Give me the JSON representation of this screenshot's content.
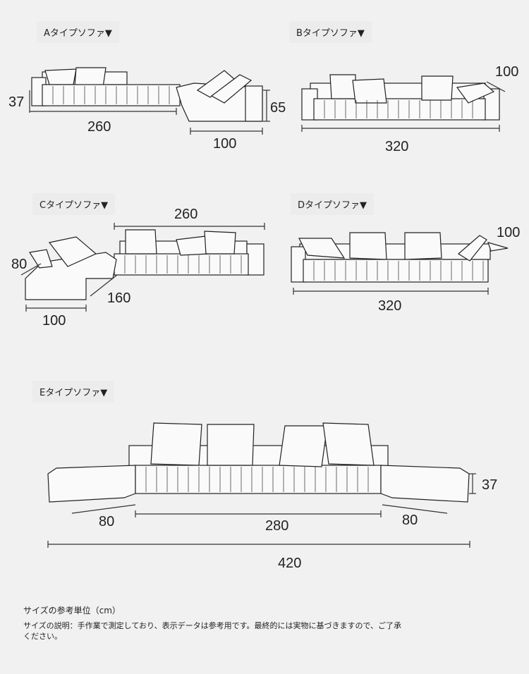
{
  "types": [
    {
      "label": "Aタイプソファ▼",
      "dims": [
        "37",
        "260",
        "65",
        "100"
      ]
    },
    {
      "label": "Bタイプソファ▼",
      "dims": [
        "100",
        "320"
      ]
    },
    {
      "label": "Cタイプソファ▼",
      "dims": [
        "260",
        "80",
        "160",
        "100"
      ]
    },
    {
      "label": "Dタイプソファ▼",
      "dims": [
        "100",
        "320"
      ]
    },
    {
      "label": "Eタイプソファ▼",
      "dims": [
        "37",
        "80",
        "280",
        "80",
        "420"
      ]
    }
  ],
  "footer": {
    "unit": "サイズの参考単位（cm）",
    "note": "サイズの説明：手作業で測定しており、表示データは参考用です。最終的には実物に基づきますので、ご了承ください。"
  }
}
